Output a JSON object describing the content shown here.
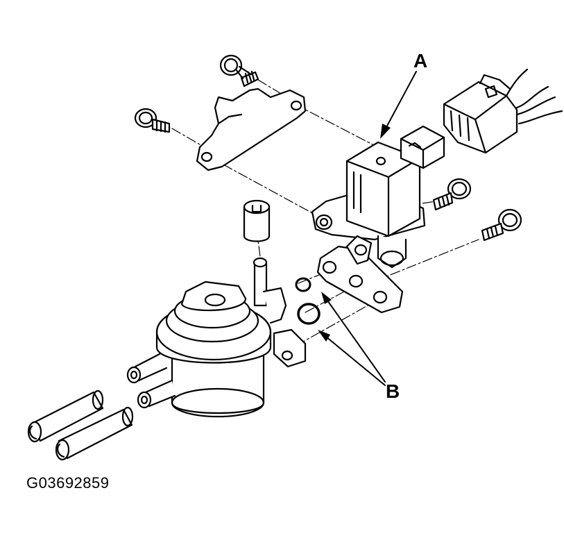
{
  "labels": {
    "a": "A",
    "b": "B"
  },
  "figure_id": "G03692859",
  "colors": {
    "line": "#000000",
    "background": "#ffffff"
  }
}
